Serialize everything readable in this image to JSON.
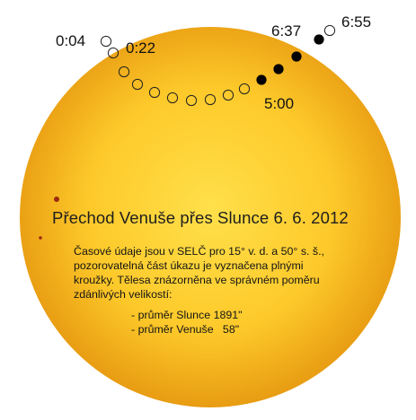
{
  "colors": {
    "sun_core": "#ffe04a",
    "sun_mid": "#fdc92a",
    "sun_edge": "#e89c12",
    "venus_observable": "#000000",
    "venus_unobservable_stroke": "#222222",
    "sunspot": "#9a2a10"
  },
  "time_labels": {
    "t_0_04": "0:04",
    "t_0_22": "0:22",
    "t_5_00": "5:00",
    "t_6_37": "6:37",
    "t_6_55": "6:55"
  },
  "title": "Přechod Venuše přes Slunce 6. 6. 2012",
  "description_lines": [
    "Časové údaje jsou v SELČ pro 15° v. d. a 50° s. š.,",
    "pozorovatelná část úkazu je vyznačena plnými",
    "kroužky. Tělesa znázorněna ve správném poměru",
    "zdánlivých velikostí:"
  ],
  "sizes": {
    "sun": "- průměr Slunce 1891\"",
    "venus": "- průměr Venuše   58\""
  }
}
